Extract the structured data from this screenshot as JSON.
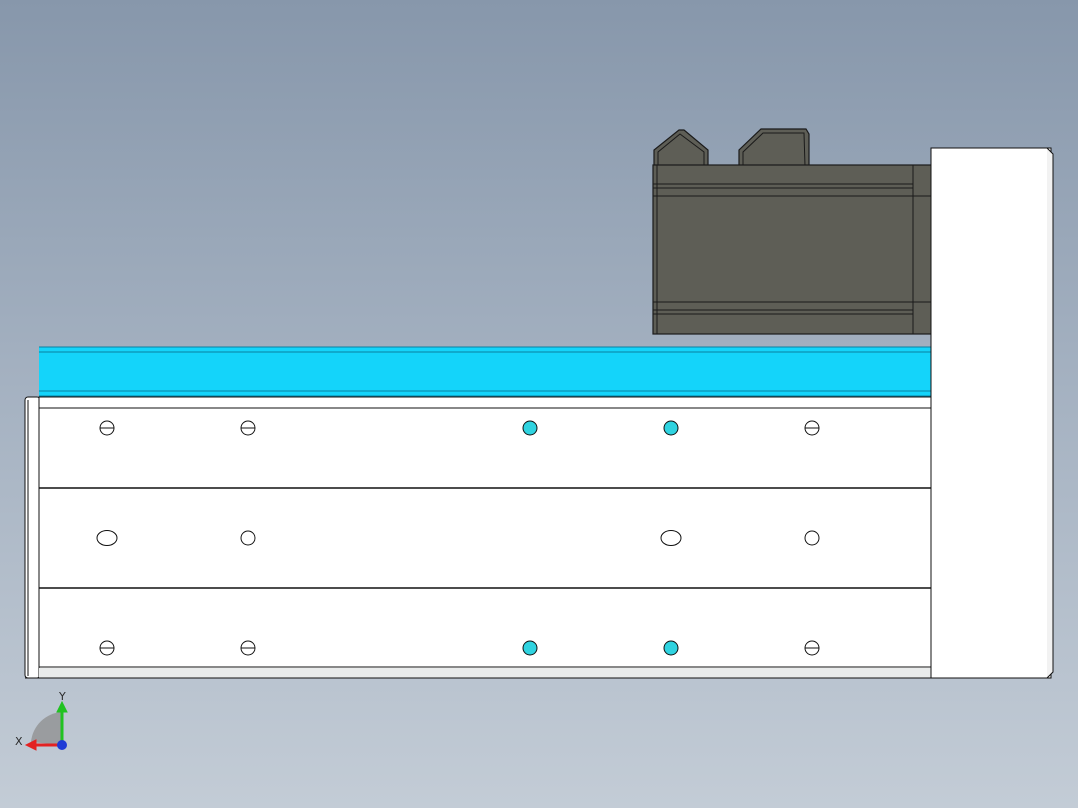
{
  "colors": {
    "motor_body": "#5e5e56",
    "motor_edge": "#1a1a1a",
    "carriage": "#14d4fa",
    "carriage_edge": "#0a7fa0",
    "base": "#ffffff",
    "outline": "#111111",
    "mount_hole": "#2fd3e0",
    "axis_x": "#e32222",
    "axis_y": "#21c221",
    "axis_z": "#1f3bd6"
  },
  "triad": {
    "x_label": "X",
    "y_label": "Y"
  },
  "holes": {
    "top_row": [
      "half",
      "half",
      "cyan",
      "cyan",
      "half"
    ],
    "middle_row": [
      "oval",
      "round",
      "oval",
      "round"
    ],
    "bottom_row": [
      "half",
      "half",
      "cyan",
      "cyan",
      "half"
    ]
  }
}
